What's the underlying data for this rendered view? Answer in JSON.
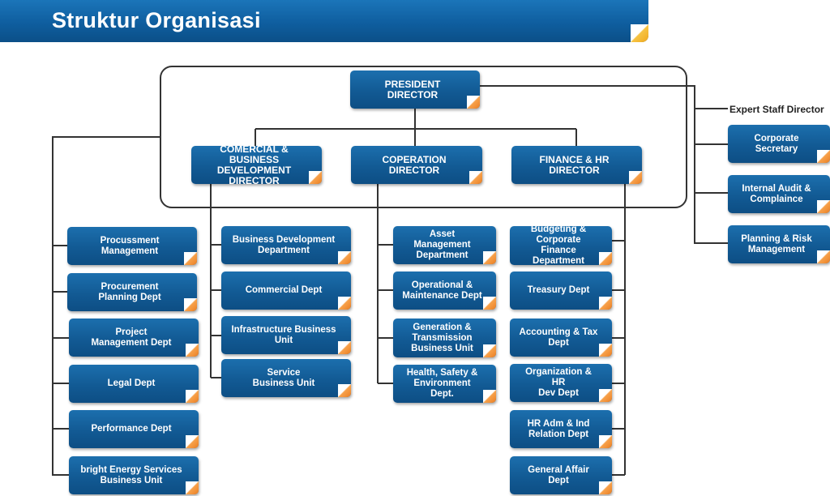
{
  "title": "Struktur Organisasi",
  "top": {
    "president": "PRESIDENT DIRECTOR",
    "expert_staff": "Expert Staff Director"
  },
  "directors": {
    "commercial": "COMERCIAL & BUSINESS\nDEVELOPMENT DIRECTOR",
    "operation": "COPERATION DIRECTOR",
    "finance": "FINANCE & HR DIRECTOR"
  },
  "staff": [
    "Corporate Secretary",
    "Internal Audit &\nComplaince",
    "Planning & Risk\nManagement"
  ],
  "president_units": [
    "Procussment\nManagement",
    "Procurement\nPlanning Dept",
    "Project\nManagement Dept",
    "Legal Dept",
    "Performance Dept",
    "bright Energy Services\nBusiness Unit"
  ],
  "commercial_units": [
    "Business Development\nDepartment",
    "Commercial Dept",
    "Infrastructure Business\nUnit",
    "Service\nBusiness Unit"
  ],
  "operation_units": [
    "Asset Management\nDepartment",
    "Operational &\nMaintenance Dept",
    "Generation &\nTransmission\nBusiness Unit",
    "Health, Safety &\nEnvironment Dept."
  ],
  "finance_units": [
    "Budgeting &\nCorporate Finance\nDepartment",
    "Treasury Dept",
    "Accounting & Tax\nDept",
    "Organization & HR\nDev Dept",
    "HR Adm & Ind\nRelation Dept",
    "General Affair Dept"
  ]
}
